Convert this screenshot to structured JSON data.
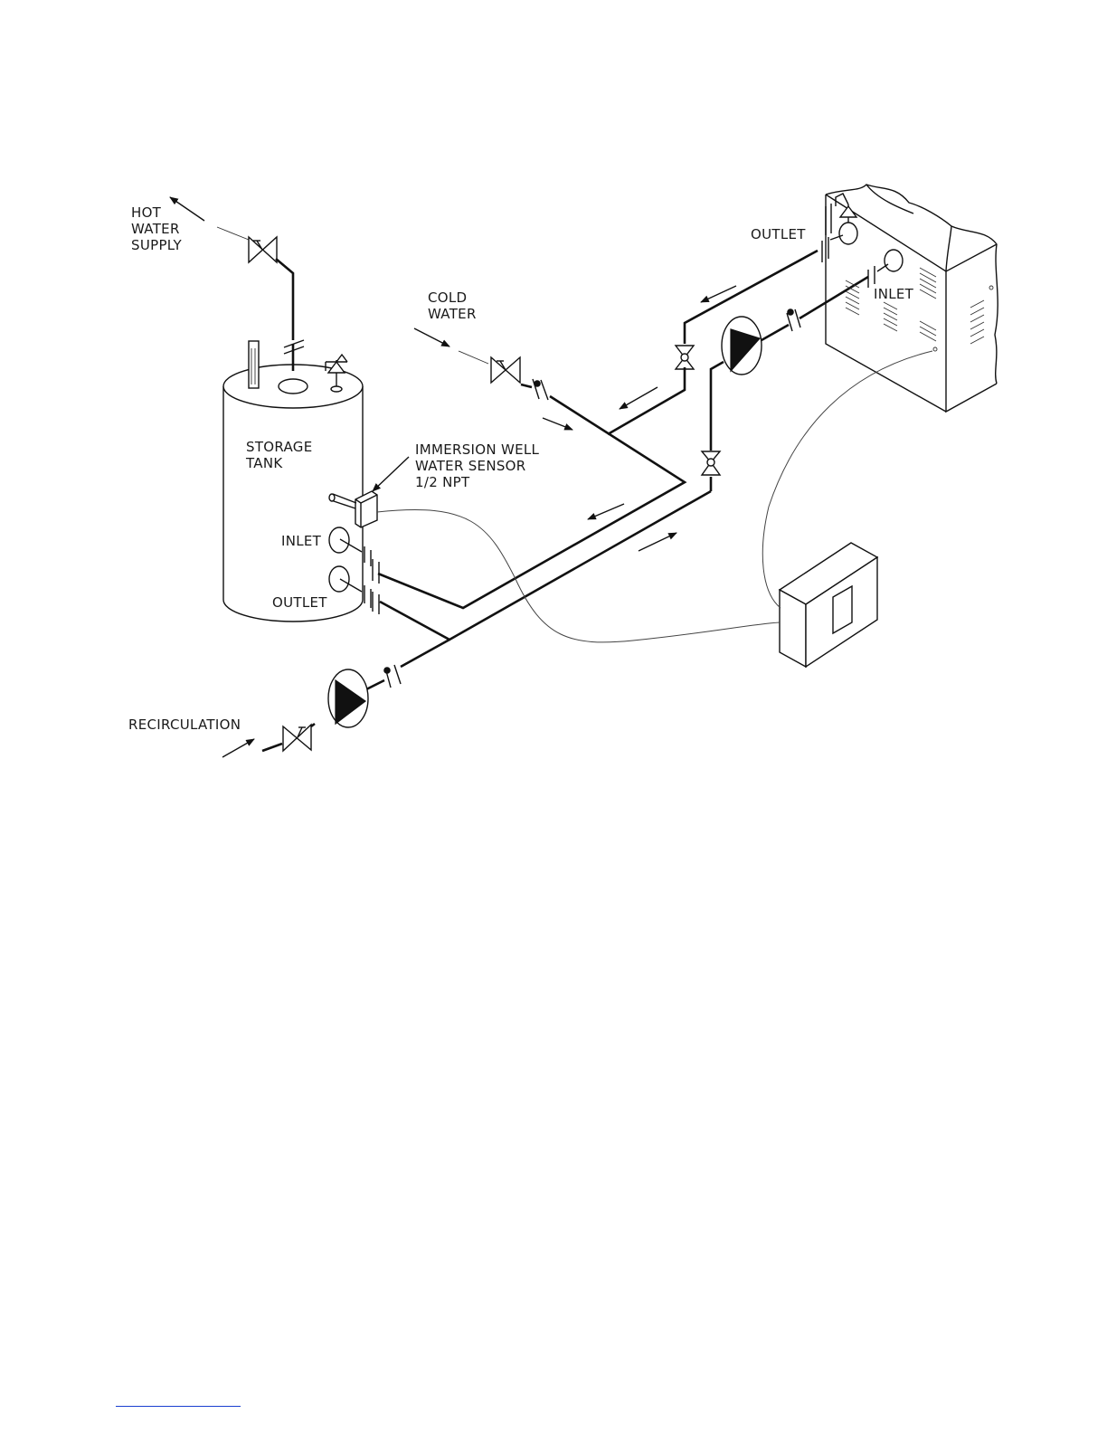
{
  "labels": {
    "hot_water_supply": [
      "HOT",
      "WATER",
      "SUPPLY"
    ],
    "cold_water": [
      "COLD",
      "WATER"
    ],
    "storage_tank": [
      "STORAGE",
      "TANK"
    ],
    "immersion_well": [
      "IMMERSION WELL",
      "WATER SENSOR",
      "1/2 NPT"
    ],
    "tank_inlet": "INLET",
    "tank_outlet": "OUTLET",
    "heater_outlet": "OUTLET",
    "heater_inlet": "INLET",
    "recirculation": "RECIRCULATION"
  },
  "colors": {
    "line": "#111111",
    "wire": "#444444",
    "footer_link": "#1a3fd0"
  }
}
